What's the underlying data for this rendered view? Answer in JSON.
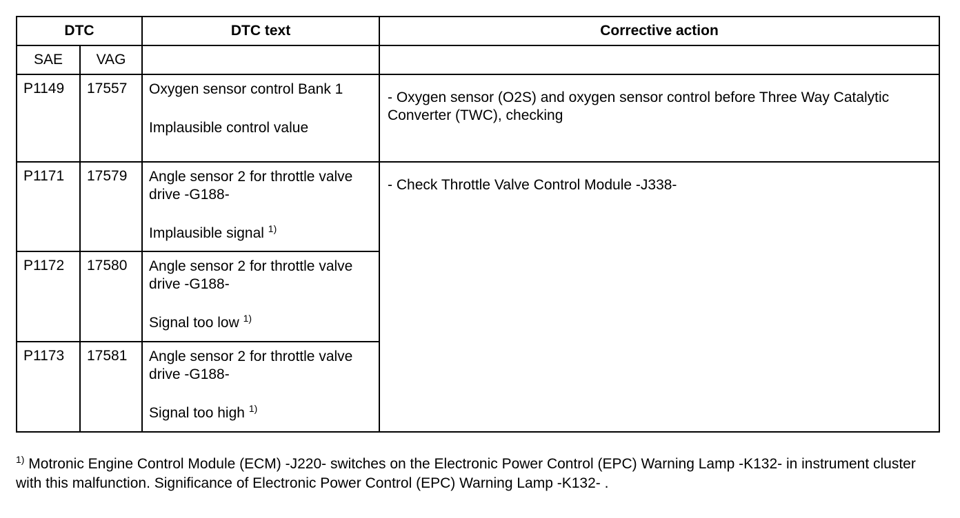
{
  "table": {
    "header": {
      "dtc": "DTC",
      "dtc_text": "DTC text",
      "corrective_action": "Corrective action"
    },
    "subheader": {
      "sae": "SAE",
      "vag": "VAG"
    },
    "rows": [
      {
        "sae": "P1149",
        "vag": "17557",
        "text_line1": "Oxygen sensor control Bank 1",
        "text_line2": "Implausible control value",
        "note": ""
      },
      {
        "sae": "P1171",
        "vag": "17579",
        "text_line1": "Angle sensor 2 for throttle valve drive -G188-",
        "text_line2": "Implausible signal",
        "note": "1)"
      },
      {
        "sae": "P1172",
        "vag": "17580",
        "text_line1": "Angle sensor 2 for throttle valve drive -G188-",
        "text_line2": "Signal too low",
        "note": "1)"
      },
      {
        "sae": "P1173",
        "vag": "17581",
        "text_line1": "Angle sensor 2 for throttle valve drive -G188-",
        "text_line2": "Signal too high",
        "note": "1)"
      }
    ],
    "actions": [
      "- Oxygen sensor (O2S) and oxygen sensor control before Three Way Catalytic Converter (TWC), checking",
      "- Check Throttle Valve Control Module -J338-"
    ]
  },
  "footnote": {
    "marker": "1)",
    "text": "Motronic Engine Control Module (ECM) -J220- switches on the Electronic Power Control (EPC) Warning Lamp -K132- in instrument cluster with this malfunction. Significance of Electronic Power Control (EPC) Warning Lamp -K132- ."
  }
}
